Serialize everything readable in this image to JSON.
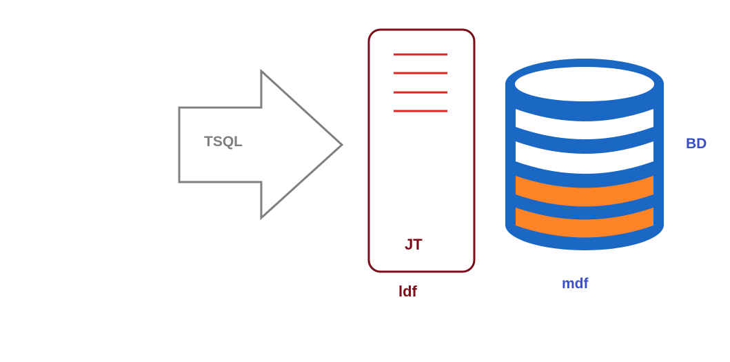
{
  "labels": {
    "arrow": "TSQL",
    "log_file_inner": "JT",
    "log_file": "ldf",
    "data_file": "mdf",
    "database": "BD"
  },
  "colors": {
    "arrow_stroke": "#7f7f7f",
    "log_border": "#7b0c1a",
    "log_lines": "#e02424",
    "db_stroke": "#1b67c4",
    "db_fill_used": "#fe8427",
    "db_label": "#3a4fc4"
  }
}
